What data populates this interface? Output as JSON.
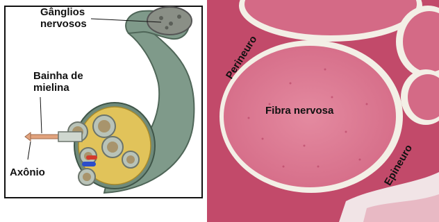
{
  "left_panel": {
    "labels": {
      "ganglios": "Gânglios\nnervosos",
      "bainha": "Bainha de\nmielina",
      "axonio": "Axônio"
    }
  },
  "right_panel": {
    "labels": {
      "perineuro": "Perineuro",
      "fibra": "Fibra nervosa",
      "epineuro": "Epineuro"
    }
  },
  "colors": {
    "nerve_green": "#7f9a8a",
    "myelin_yellow": "#d8b24a",
    "tissue_pink": "#c24a6a",
    "fiber_pink": "#d9768e",
    "sheath_white": "#f3efe6"
  }
}
